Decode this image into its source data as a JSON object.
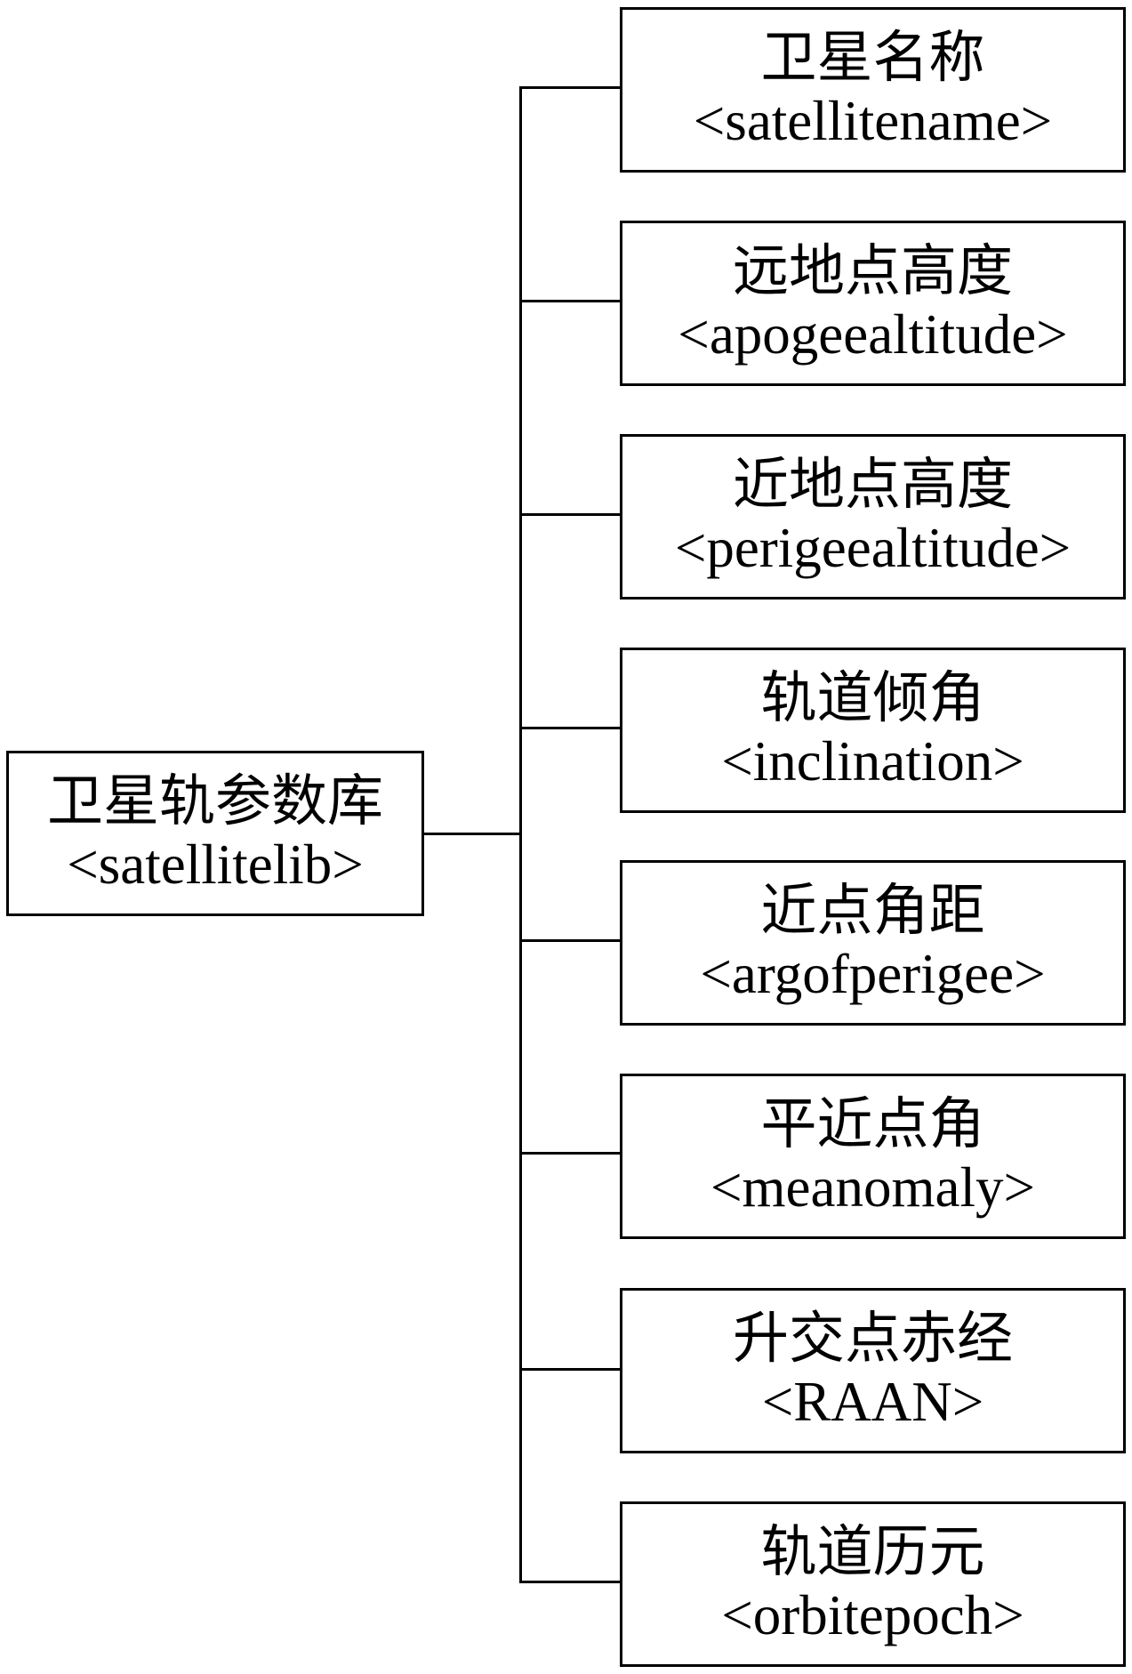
{
  "diagram": {
    "root": {
      "label_cn": "卫星轨参数库",
      "label_tag": "<satellitelib>"
    },
    "children": [
      {
        "label_cn": "卫星名称",
        "label_tag": "<satellitename>"
      },
      {
        "label_cn": "远地点高度",
        "label_tag": "<apogeealtitude>"
      },
      {
        "label_cn": "近地点高度",
        "label_tag": "<perigeealtitude>"
      },
      {
        "label_cn": "轨道倾角",
        "label_tag": "<inclination>"
      },
      {
        "label_cn": "近点角距",
        "label_tag": "<argofperigee>"
      },
      {
        "label_cn": "平近点角",
        "label_tag": "<meanomaly>"
      },
      {
        "label_cn": "升交点赤经",
        "label_tag": "<RAAN>"
      },
      {
        "label_cn": "轨道历元",
        "label_tag": "<orbitepoch>"
      }
    ],
    "colors": {
      "line": "#000000",
      "box_border": "#000000",
      "background": "#ffffff",
      "text": "#000000"
    }
  }
}
